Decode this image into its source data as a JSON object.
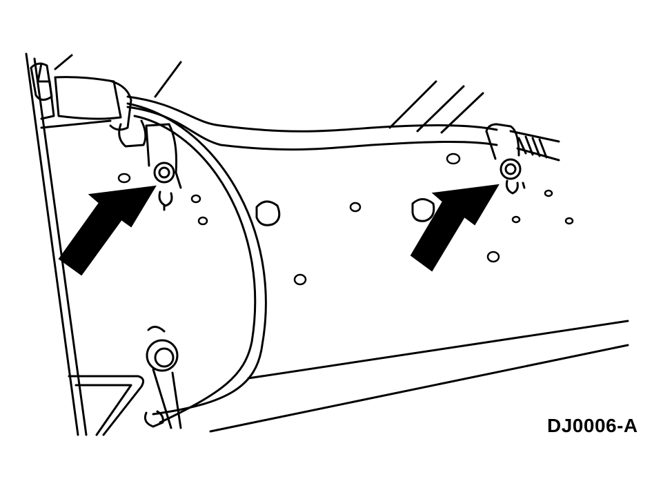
{
  "diagram": {
    "figure_code": "DJ0006-A",
    "callouts": [
      {
        "name": "left-arrow",
        "points_to": "left-clip-nut"
      },
      {
        "name": "right-arrow",
        "points_to": "right-clip-nut"
      }
    ],
    "colors": {
      "line": "#000000",
      "background": "#ffffff"
    }
  }
}
